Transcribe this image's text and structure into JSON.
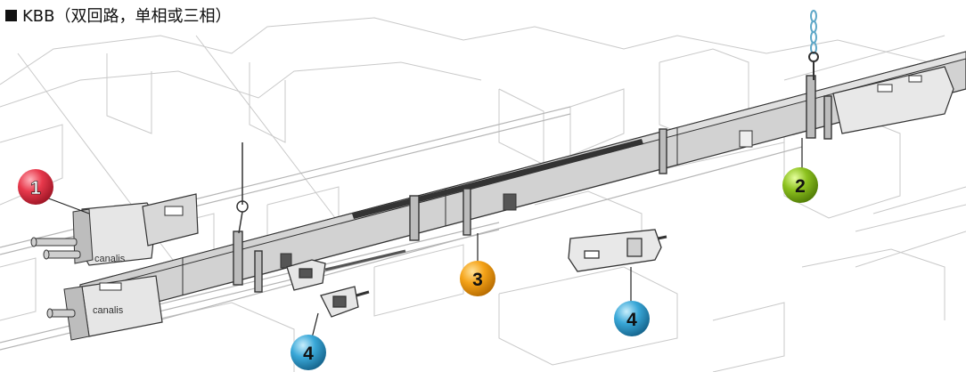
{
  "title": "KBB（双回路，单相或三相）",
  "brand_label": "canalis",
  "badges": [
    {
      "label": "1",
      "color": "#e8394c"
    },
    {
      "label": "2",
      "color": "#8dc21f"
    },
    {
      "label": "3",
      "color": "#f5a318"
    },
    {
      "label": "4",
      "color": "#3aa8d8"
    },
    {
      "label": "4",
      "color": "#3aa8d8"
    }
  ]
}
